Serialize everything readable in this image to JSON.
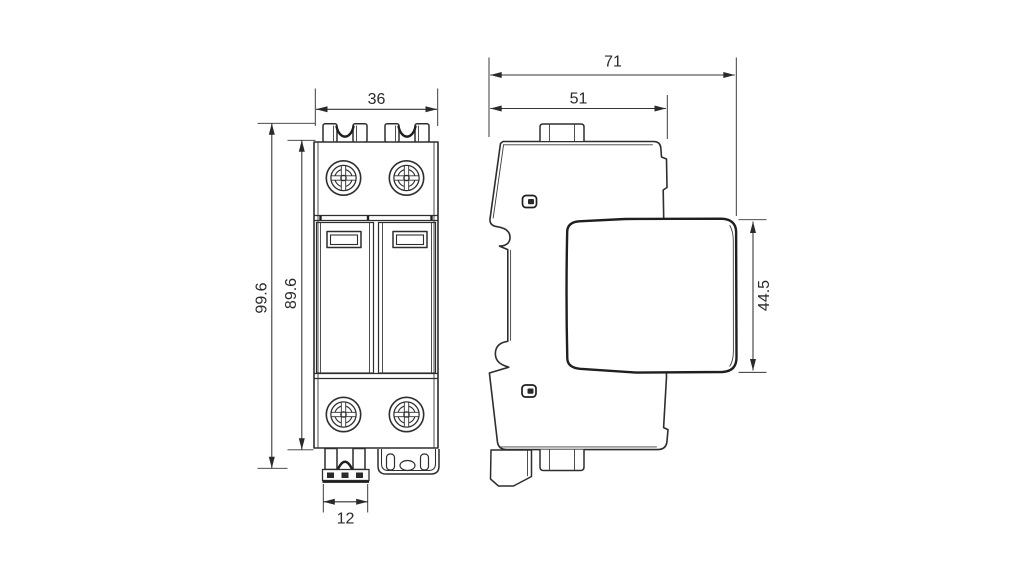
{
  "drawing": {
    "type": "technical-dimension-drawing",
    "front_view": {
      "dim_width": "36",
      "dim_overall_height": "99.6",
      "dim_body_height": "89.6",
      "dim_terminal_width": "12"
    },
    "side_view": {
      "dim_overall_depth": "71",
      "dim_base_depth": "51",
      "dim_module_height": "44.5"
    },
    "colors": {
      "line": "#2e2e2e",
      "dimension": "#333333",
      "background": "#ffffff"
    }
  }
}
